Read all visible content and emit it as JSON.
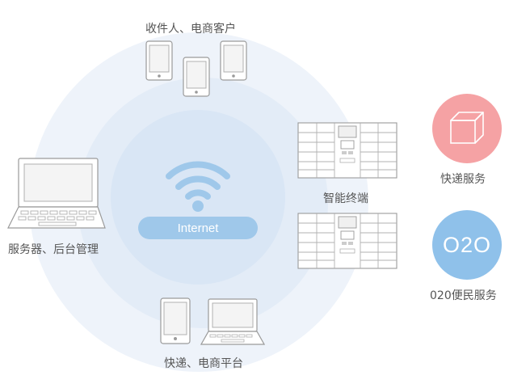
{
  "nodes": {
    "customers": "收件人、电商客户",
    "server": "服务器、后台管理",
    "platform": "快递、电商平台",
    "terminal": "智能终端",
    "express": "快递服务",
    "o2o_service": "020便民服务"
  },
  "center": {
    "label": "Internet"
  },
  "o2o_badge": "O2O",
  "icons": [
    "tablet-icon",
    "phone-icon",
    "laptop-icon",
    "locker-cabinet-icon",
    "wifi-icon",
    "package-box-icon"
  ],
  "colors": {
    "outer_ring": "#eef3fa",
    "inner_ring": "#d9e6f5",
    "accent_blue": "#9fc8ea",
    "express_badge": "#f5a2a4",
    "o2o_badge": "#8fc1ea",
    "icon_stroke": "#9a9a9a"
  }
}
